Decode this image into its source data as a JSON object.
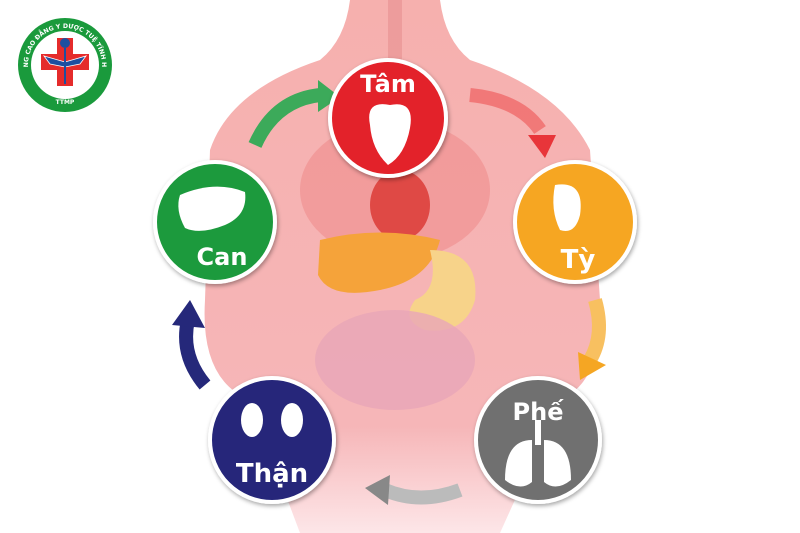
{
  "logo": {
    "ring_text": "TRƯỜNG CAO ĐẲNG Y DƯỢC TUỆ TĨNH HÀ NỘI",
    "bottom_text": "TTMP",
    "colors": {
      "ring": "#1a9a3c",
      "cross": "#e52b2b"
    }
  },
  "organs": [
    {
      "label": "Tâm",
      "icon": "heart-icon",
      "color": "#e3202a"
    },
    {
      "label": "Tỳ",
      "icon": "spleen-icon",
      "color": "#f6a623"
    },
    {
      "label": "Phế",
      "icon": "lungs-icon",
      "color": "#707070"
    },
    {
      "label": "Thận",
      "icon": "kidneys-icon",
      "color": "#25287a"
    },
    {
      "label": "Can",
      "icon": "liver-icon",
      "color": "#1e9a3e"
    }
  ],
  "body_color": "#f3a0a0"
}
